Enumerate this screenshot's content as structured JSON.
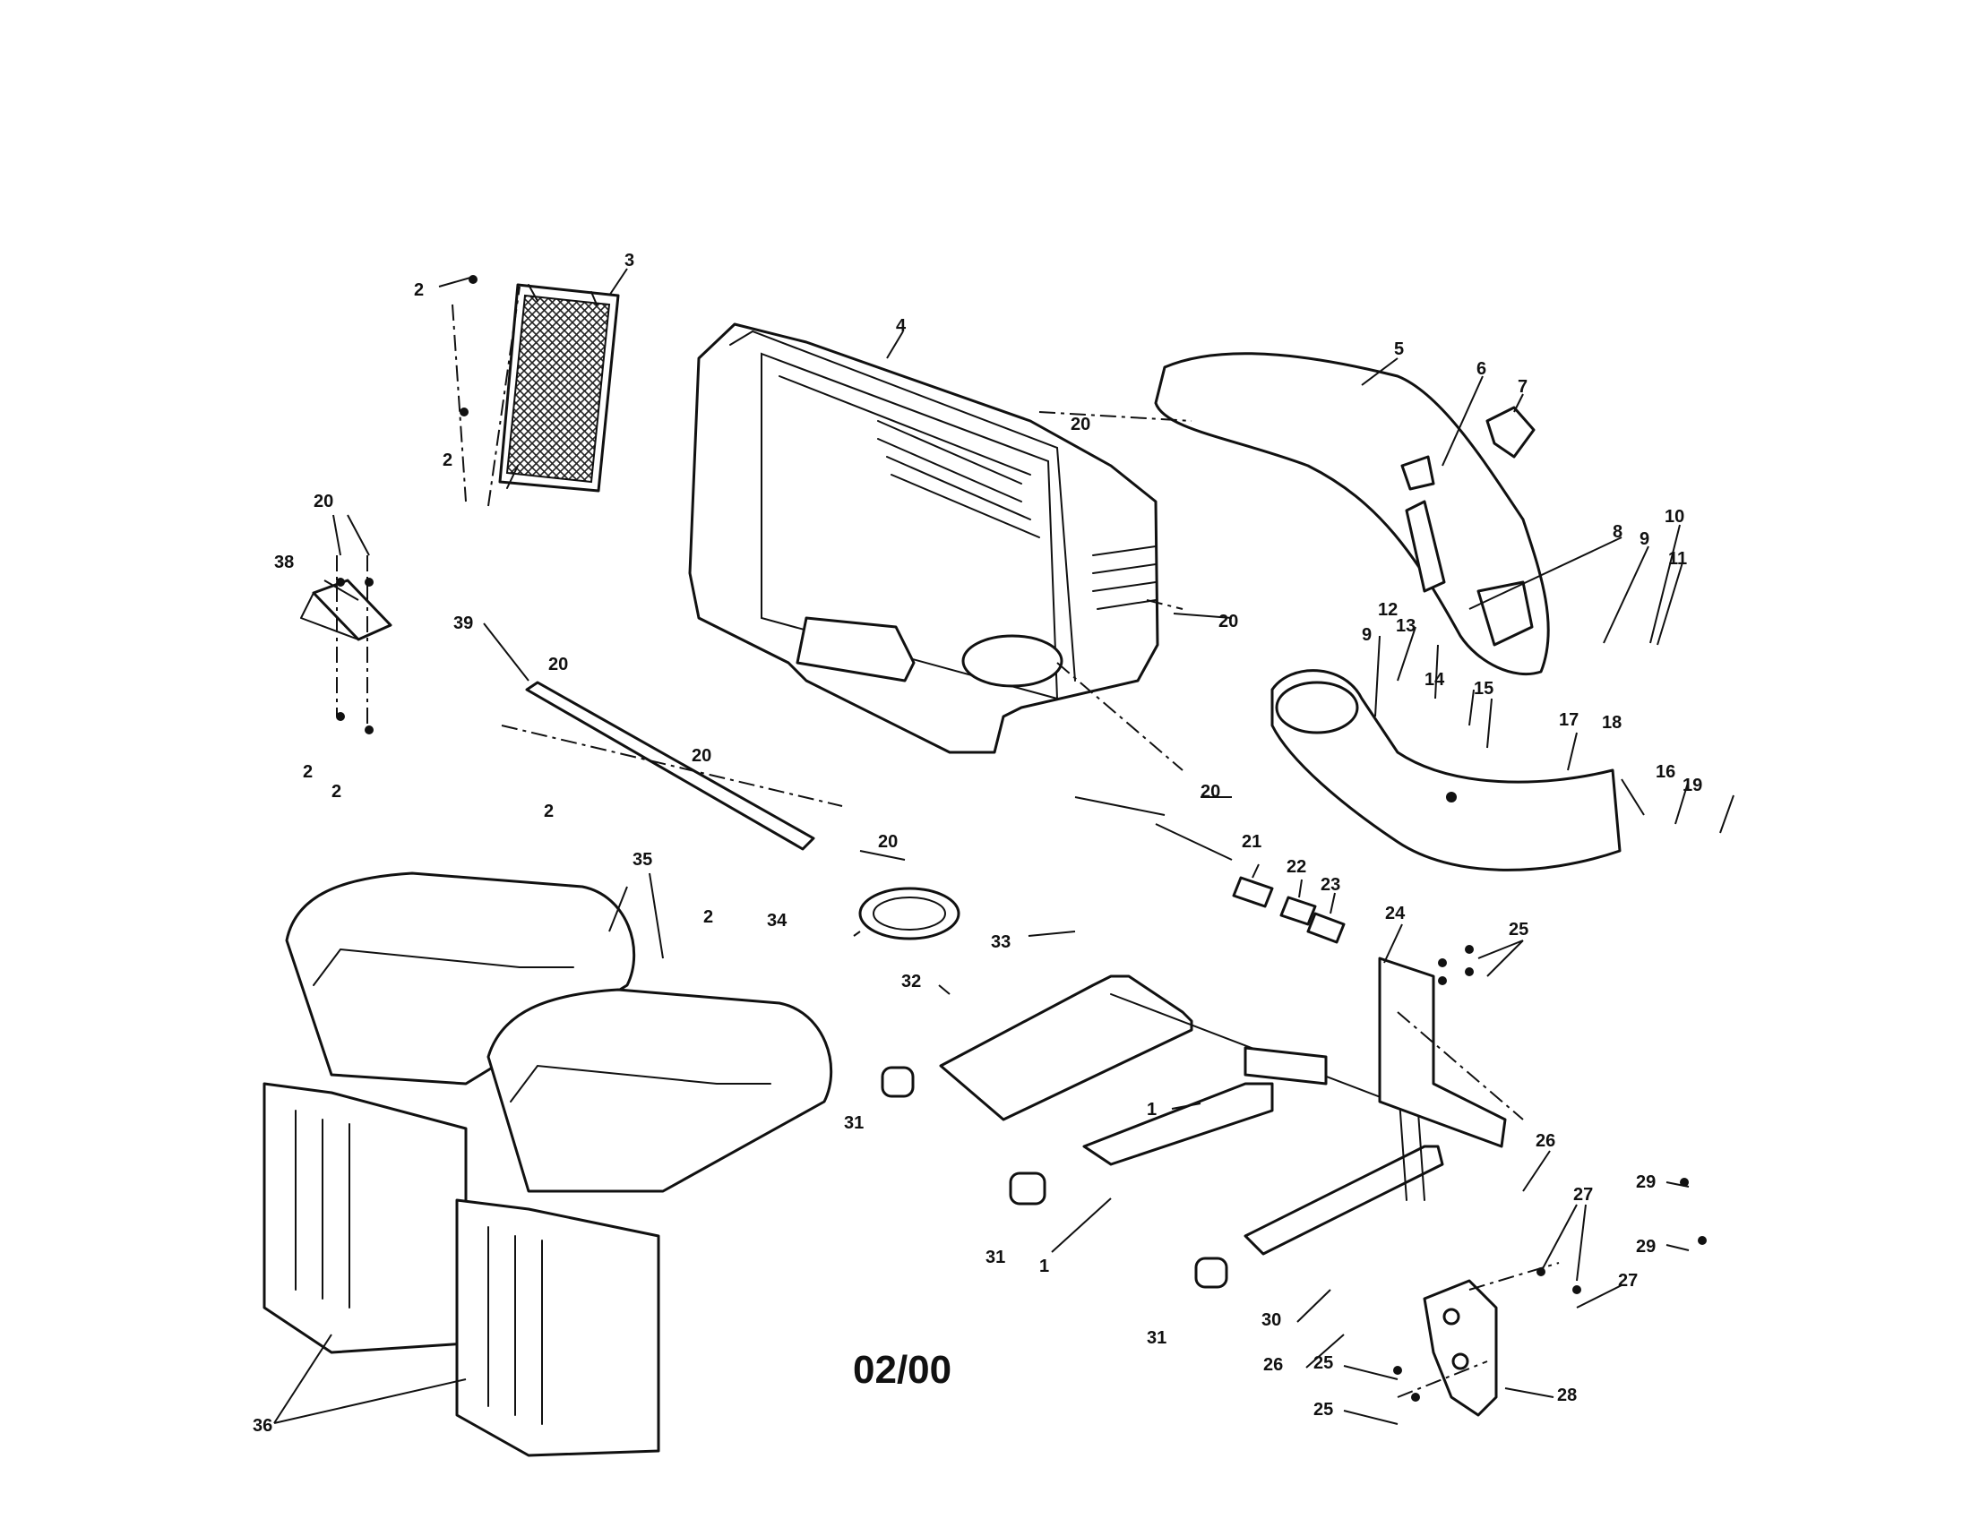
{
  "date_stamp": "02/00",
  "callouts": [
    "1",
    "2",
    "3",
    "4",
    "5",
    "6",
    "7",
    "8",
    "9",
    "10",
    "11",
    "12",
    "13",
    "14",
    "15",
    "16",
    "17",
    "18",
    "19",
    "20",
    "21",
    "22",
    "23",
    "24",
    "25",
    "26",
    "27",
    "28",
    "29",
    "30",
    "31",
    "32",
    "33",
    "34",
    "35",
    "36",
    "38",
    "39"
  ]
}
